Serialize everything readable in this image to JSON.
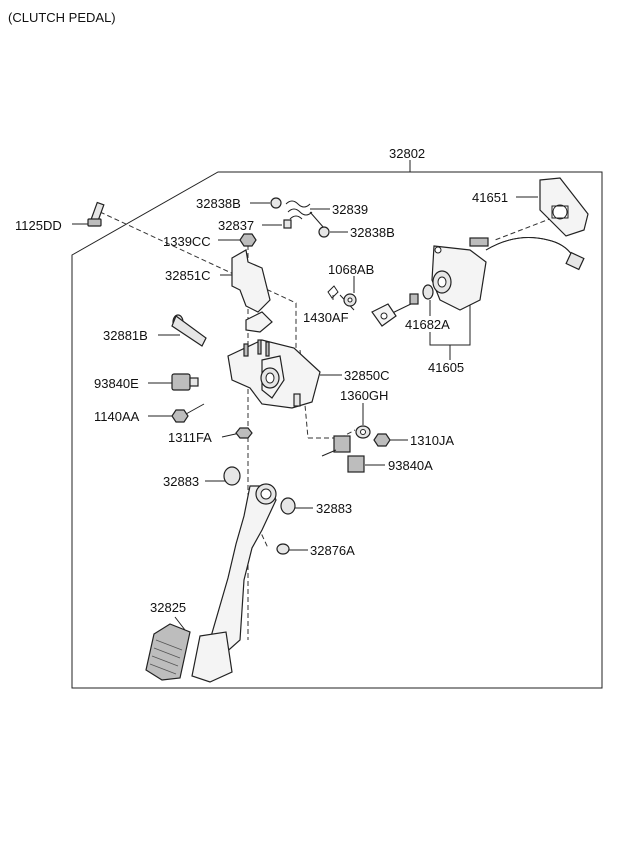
{
  "title": "(CLUTCH PEDAL)",
  "labels": {
    "assembly": "32802",
    "bolt_top": "1125DD",
    "bushing_top": "32838B",
    "spring": "32839",
    "pin_spring": "32837",
    "bushing_right": "32838B",
    "nut_top": "1339CC",
    "bracket_sub": "32851C",
    "washer_top": "1068AB",
    "clip": "1430AF",
    "bushing_cyl": "41682A",
    "cylinder_assy": "41605",
    "reservoir": "41651",
    "pivot_bolt": "32881B",
    "switch_left": "93840E",
    "bracket_main": "32850C",
    "bolt_left": "1140AA",
    "washer_mid": "1360GH",
    "nut_mid": "1311FA",
    "nut_right": "1310JA",
    "switch_right": "93840A",
    "bushing_left": "32883",
    "bushing_pedal": "32883",
    "stopper": "32876A",
    "pedal": "32825"
  }
}
